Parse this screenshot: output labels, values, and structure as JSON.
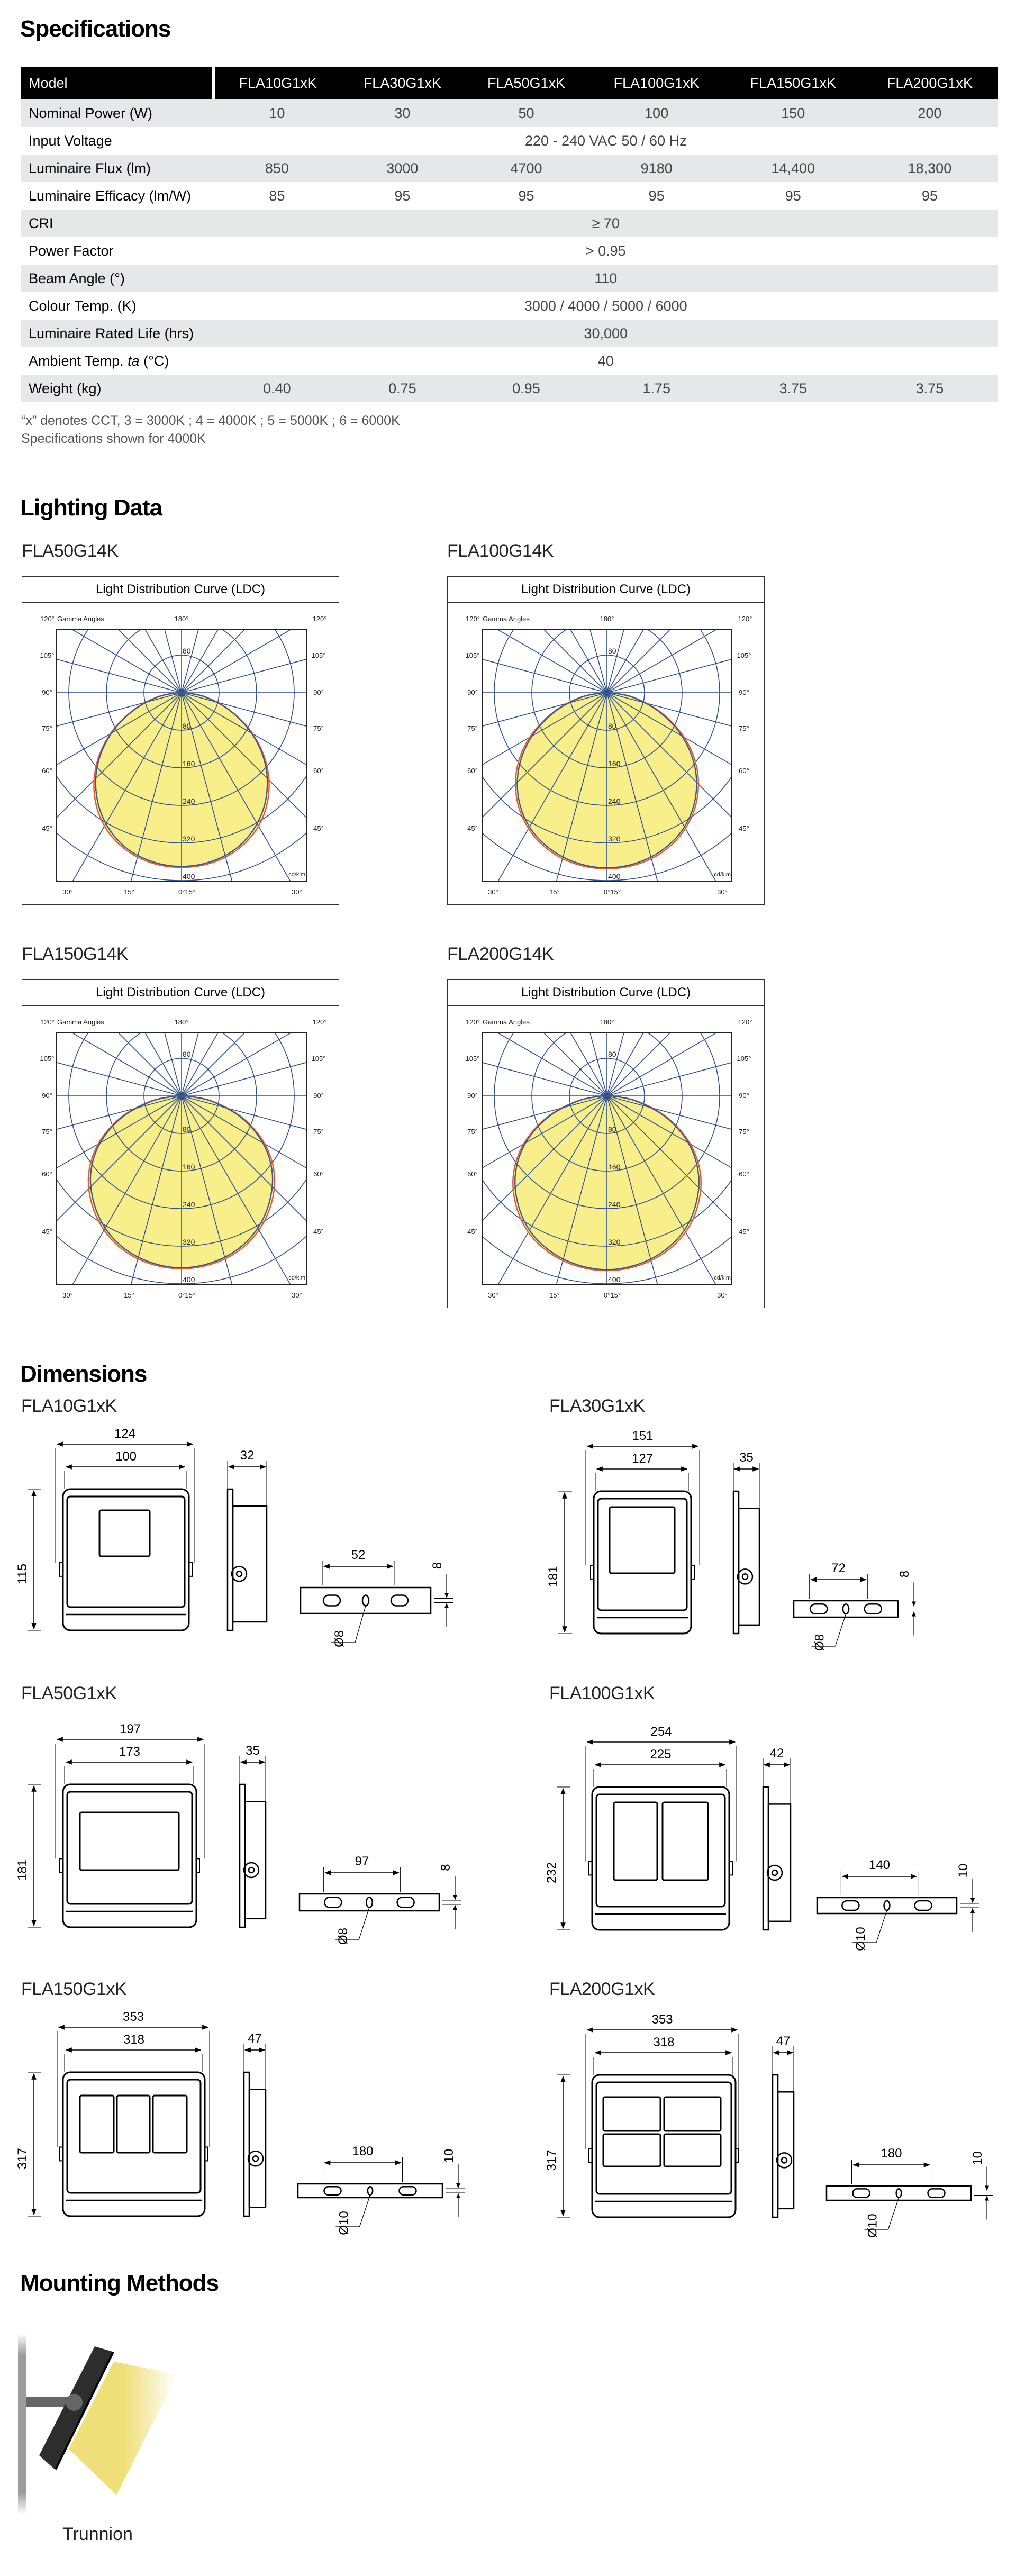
{
  "specifications": {
    "heading": "Specifications",
    "header_label": "Model",
    "models": [
      "FLA10G1xK",
      "FLA30G1xK",
      "FLA50G1xK",
      "FLA100G1xK",
      "FLA150G1xK",
      "FLA200G1xK"
    ],
    "rows": [
      {
        "label": "Nominal Power (W)",
        "values": [
          "10",
          "30",
          "50",
          "100",
          "150",
          "200"
        ]
      },
      {
        "label": "Input Voltage",
        "span": "220 - 240 VAC 50 / 60 Hz"
      },
      {
        "label": "Luminaire Flux (lm)",
        "values": [
          "850",
          "3000",
          "4700",
          "9180",
          "14,400",
          "18,300"
        ]
      },
      {
        "label": "Luminaire Efficacy (lm/W)",
        "values": [
          "85",
          "95",
          "95",
          "95",
          "95",
          "95"
        ]
      },
      {
        "label": "CRI",
        "span": "≥ 70"
      },
      {
        "label": "Power Factor",
        "span": "> 0.95"
      },
      {
        "label": "Beam Angle (°)",
        "span": "110"
      },
      {
        "label": "Colour Temp. (K)",
        "span": "3000 / 4000 / 5000 / 6000"
      },
      {
        "label": "Luminaire Rated Life (hrs)",
        "span": "30,000"
      },
      {
        "label": "Ambient Temp. ",
        "label_italic": "ta",
        "label_suffix": " (°C)",
        "span": "40"
      },
      {
        "label": "Weight (kg)",
        "values": [
          "0.40",
          "0.75",
          "0.95",
          "1.75",
          "3.75",
          "3.75"
        ]
      }
    ],
    "notes": [
      "“x” denotes CCT, 3 = 3000K ; 4 = 4000K ; 5 = 5000K ; 6 = 6000K",
      "Specifications shown for 4000K"
    ]
  },
  "lighting_data": {
    "heading": "Lighting Data"
  },
  "chart_data": [
    {
      "type": "polar",
      "model": "FLA50G14K",
      "title": "Light Distribution Curve (LDC)",
      "gamma_angles": [
        0,
        10,
        20,
        30,
        40,
        50,
        60,
        70,
        80,
        90
      ],
      "series": [
        {
          "color": "#e8572a",
          "values": [
            372,
            368,
            354,
            328,
            288,
            236,
            175,
            110,
            52,
            8
          ]
        },
        {
          "color": "#3b5893",
          "values": [
            370,
            365,
            350,
            322,
            282,
            232,
            172,
            108,
            50,
            8
          ]
        }
      ],
      "radial_range": [
        0,
        400
      ],
      "radial_labels": [
        "80",
        "80",
        "160",
        "240",
        "320",
        "400"
      ],
      "unit": "cd/klm",
      "top_labels": [
        "120°",
        "Gamma Angles",
        "180°",
        "120°"
      ],
      "side_labels": [
        "105°",
        "90°",
        "75°",
        "60°",
        "45°"
      ],
      "bottom_labels": [
        "30°",
        "15°",
        "0°15°",
        "30°"
      ]
    },
    {
      "type": "polar",
      "model": "FLA100G14K",
      "title": "Light Distribution Curve (LDC)",
      "gamma_angles": [
        0,
        10,
        20,
        30,
        40,
        50,
        60,
        70,
        80,
        90
      ],
      "series": [
        {
          "color": "#e8572a",
          "values": [
            375,
            371,
            358,
            334,
            298,
            250,
            190,
            122,
            58,
            8
          ]
        },
        {
          "color": "#3b5893",
          "values": [
            373,
            368,
            354,
            330,
            293,
            244,
            184,
            118,
            55,
            8
          ]
        }
      ],
      "radial_range": [
        0,
        400
      ],
      "radial_labels": [
        "80",
        "80",
        "160",
        "240",
        "320",
        "400"
      ],
      "unit": "cd/klm",
      "top_labels": [
        "120°",
        "Gamma Angles",
        "180°",
        "120°"
      ],
      "side_labels": [
        "105°",
        "90°",
        "75°",
        "60°",
        "45°"
      ],
      "bottom_labels": [
        "30°",
        "15°",
        "0°15°",
        "30°"
      ]
    },
    {
      "type": "polar",
      "model": "FLA150G14K",
      "title": "Light Distribution Curve (LDC)",
      "gamma_angles": [
        0,
        10,
        20,
        30,
        40,
        50,
        60,
        70,
        80,
        90
      ],
      "series": [
        {
          "color": "#e8572a",
          "values": [
            368,
            364,
            352,
            330,
            298,
            258,
            205,
            140,
            68,
            10
          ]
        },
        {
          "color": "#3b5893",
          "values": [
            366,
            361,
            348,
            325,
            292,
            252,
            200,
            136,
            65,
            10
          ]
        }
      ],
      "radial_range": [
        0,
        400
      ],
      "radial_labels": [
        "80",
        "80",
        "160",
        "240",
        "320",
        "400"
      ],
      "unit": "cd/klm",
      "top_labels": [
        "120°",
        "Gamma Angles",
        "180°",
        "120°"
      ],
      "side_labels": [
        "105°",
        "90°",
        "75°",
        "60°",
        "45°"
      ],
      "bottom_labels": [
        "30°",
        "15°",
        "0°15°",
        "30°"
      ]
    },
    {
      "type": "polar",
      "model": "FLA200G14K",
      "title": "Light Distribution Curve (LDC)",
      "gamma_angles": [
        0,
        10,
        20,
        30,
        40,
        50,
        60,
        70,
        80,
        90
      ],
      "series": [
        {
          "color": "#e8572a",
          "values": [
            372,
            368,
            356,
            335,
            302,
            260,
            205,
            138,
            66,
            10
          ]
        },
        {
          "color": "#3b5893",
          "values": [
            370,
            365,
            352,
            330,
            296,
            254,
            200,
            134,
            63,
            10
          ]
        }
      ],
      "radial_range": [
        0,
        400
      ],
      "radial_labels": [
        "80",
        "80",
        "160",
        "240",
        "320",
        "400"
      ],
      "unit": "cd/klm",
      "top_labels": [
        "120°",
        "Gamma Angles",
        "180°",
        "120°"
      ],
      "side_labels": [
        "105°",
        "90°",
        "75°",
        "60°",
        "45°"
      ],
      "bottom_labels": [
        "30°",
        "15°",
        "0°15°",
        "30°"
      ]
    }
  ],
  "dimensions": {
    "heading": "Dimensions",
    "models": [
      {
        "model": "FLA10G1xK",
        "overall_width": "124",
        "inner_width": "100",
        "height": "115",
        "depth": "32",
        "bracket_spacing": "52",
        "bracket_thickness": "8",
        "hole": "Ø8",
        "led_layout": "1x1"
      },
      {
        "model": "FLA30G1xK",
        "overall_width": "151",
        "inner_width": "127",
        "height": "181",
        "depth": "35",
        "bracket_spacing": "72",
        "bracket_thickness": "8",
        "hole": "Ø8",
        "led_layout": "1x1"
      },
      {
        "model": "FLA50G1xK",
        "overall_width": "197",
        "inner_width": "173",
        "height": "181",
        "depth": "35",
        "bracket_spacing": "97",
        "bracket_thickness": "8",
        "hole": "Ø8",
        "led_layout": "1x1"
      },
      {
        "model": "FLA100G1xK",
        "overall_width": "254",
        "inner_width": "225",
        "height": "232",
        "depth": "42",
        "bracket_spacing": "140",
        "bracket_thickness": "10",
        "hole": "Ø10",
        "led_layout": "2x1"
      },
      {
        "model": "FLA150G1xK",
        "overall_width": "353",
        "inner_width": "318",
        "height": "317",
        "depth": "47",
        "bracket_spacing": "180",
        "bracket_thickness": "10",
        "hole": "Ø10",
        "led_layout": "3x1"
      },
      {
        "model": "FLA200G1xK",
        "overall_width": "353",
        "inner_width": "318",
        "height": "317",
        "depth": "47",
        "bracket_spacing": "180",
        "bracket_thickness": "10",
        "hole": "Ø10",
        "led_layout": "2x2"
      }
    ]
  },
  "mounting": {
    "heading": "Mounting Methods",
    "methods": [
      {
        "label": "Trunnion"
      }
    ]
  },
  "colors": {
    "header_bg": "#000000",
    "row_shade": "#e6e7e8",
    "ldc_fill": "#f8ef8a",
    "grid": "#2e4f8f",
    "beam": "#efdf78",
    "luminaire": "#2d2d2d"
  }
}
